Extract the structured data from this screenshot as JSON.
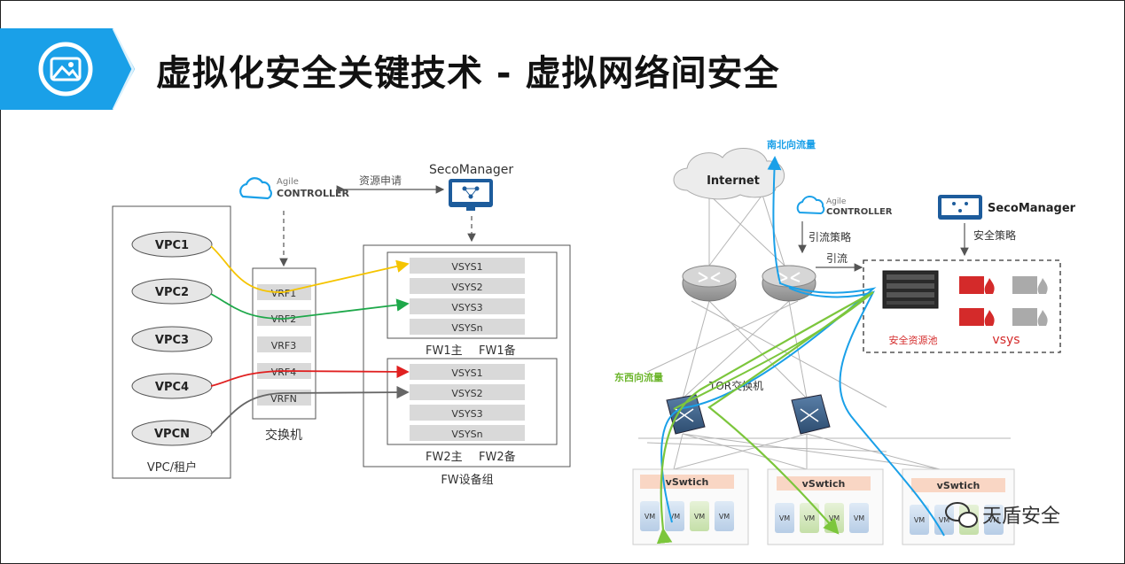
{
  "header": {
    "title": "虚拟化安全关键技术 - 虚拟网络间安全",
    "accent_color": "#1aa0e8",
    "icon": "image-icon"
  },
  "left_diagram": {
    "controller": {
      "small": "Agile",
      "name": "CONTROLLER"
    },
    "resource_request": "资源申请",
    "seco_manager": "SecoManager",
    "vpc_group": {
      "label": "VPC/租户",
      "items": [
        "VPC1",
        "VPC2",
        "VPC3",
        "VPC4",
        "VPCN"
      ]
    },
    "switch": {
      "label": "交换机",
      "vrfs": [
        "VRF1",
        "VRF2",
        "VRF3",
        "VRF4",
        "VRFN"
      ]
    },
    "fw_group": {
      "label": "FW设备组",
      "fw1": {
        "vsys": [
          "VSYS1",
          "VSYS2",
          "VSYS3",
          "VSYSn"
        ],
        "label_main": "FW1主",
        "label_backup": "FW1备"
      },
      "fw2": {
        "vsys": [
          "VSYS1",
          "VSYS2",
          "VSYS3",
          "VSYSn"
        ],
        "label_main": "FW2主",
        "label_backup": "FW2备"
      }
    },
    "link_colors": {
      "vpc1": "#f5c400",
      "vpc2": "#1ea84a",
      "vpc4": "#e02020",
      "vpcn": "#666666"
    }
  },
  "right_diagram": {
    "north_south": "南北向流量",
    "internet": "Internet",
    "controller": {
      "small": "Agile",
      "name": "CONTROLLER"
    },
    "redirect_policy": "引流策略",
    "redirect": "引流",
    "seco_manager": "SecoManager",
    "security_policy": "安全策略",
    "resource_pool": "安全资源池",
    "vsys": "vsys",
    "east_west": "东西向流量",
    "tor": "TOR交换机",
    "vswitches": [
      {
        "label": "vSwtich",
        "vms": [
          "VM",
          "VM",
          "VM",
          "VM"
        ]
      },
      {
        "label": "vSwtich",
        "vms": [
          "VM",
          "VM",
          "VM",
          "VM"
        ]
      },
      {
        "label": "vSwtich",
        "vms": [
          "VM",
          "VM",
          "VM",
          "VM"
        ]
      }
    ],
    "flow_colors": {
      "north_south": "#1aa0e8",
      "east_west": "#7cc63c"
    }
  },
  "watermark": "天盾安全"
}
